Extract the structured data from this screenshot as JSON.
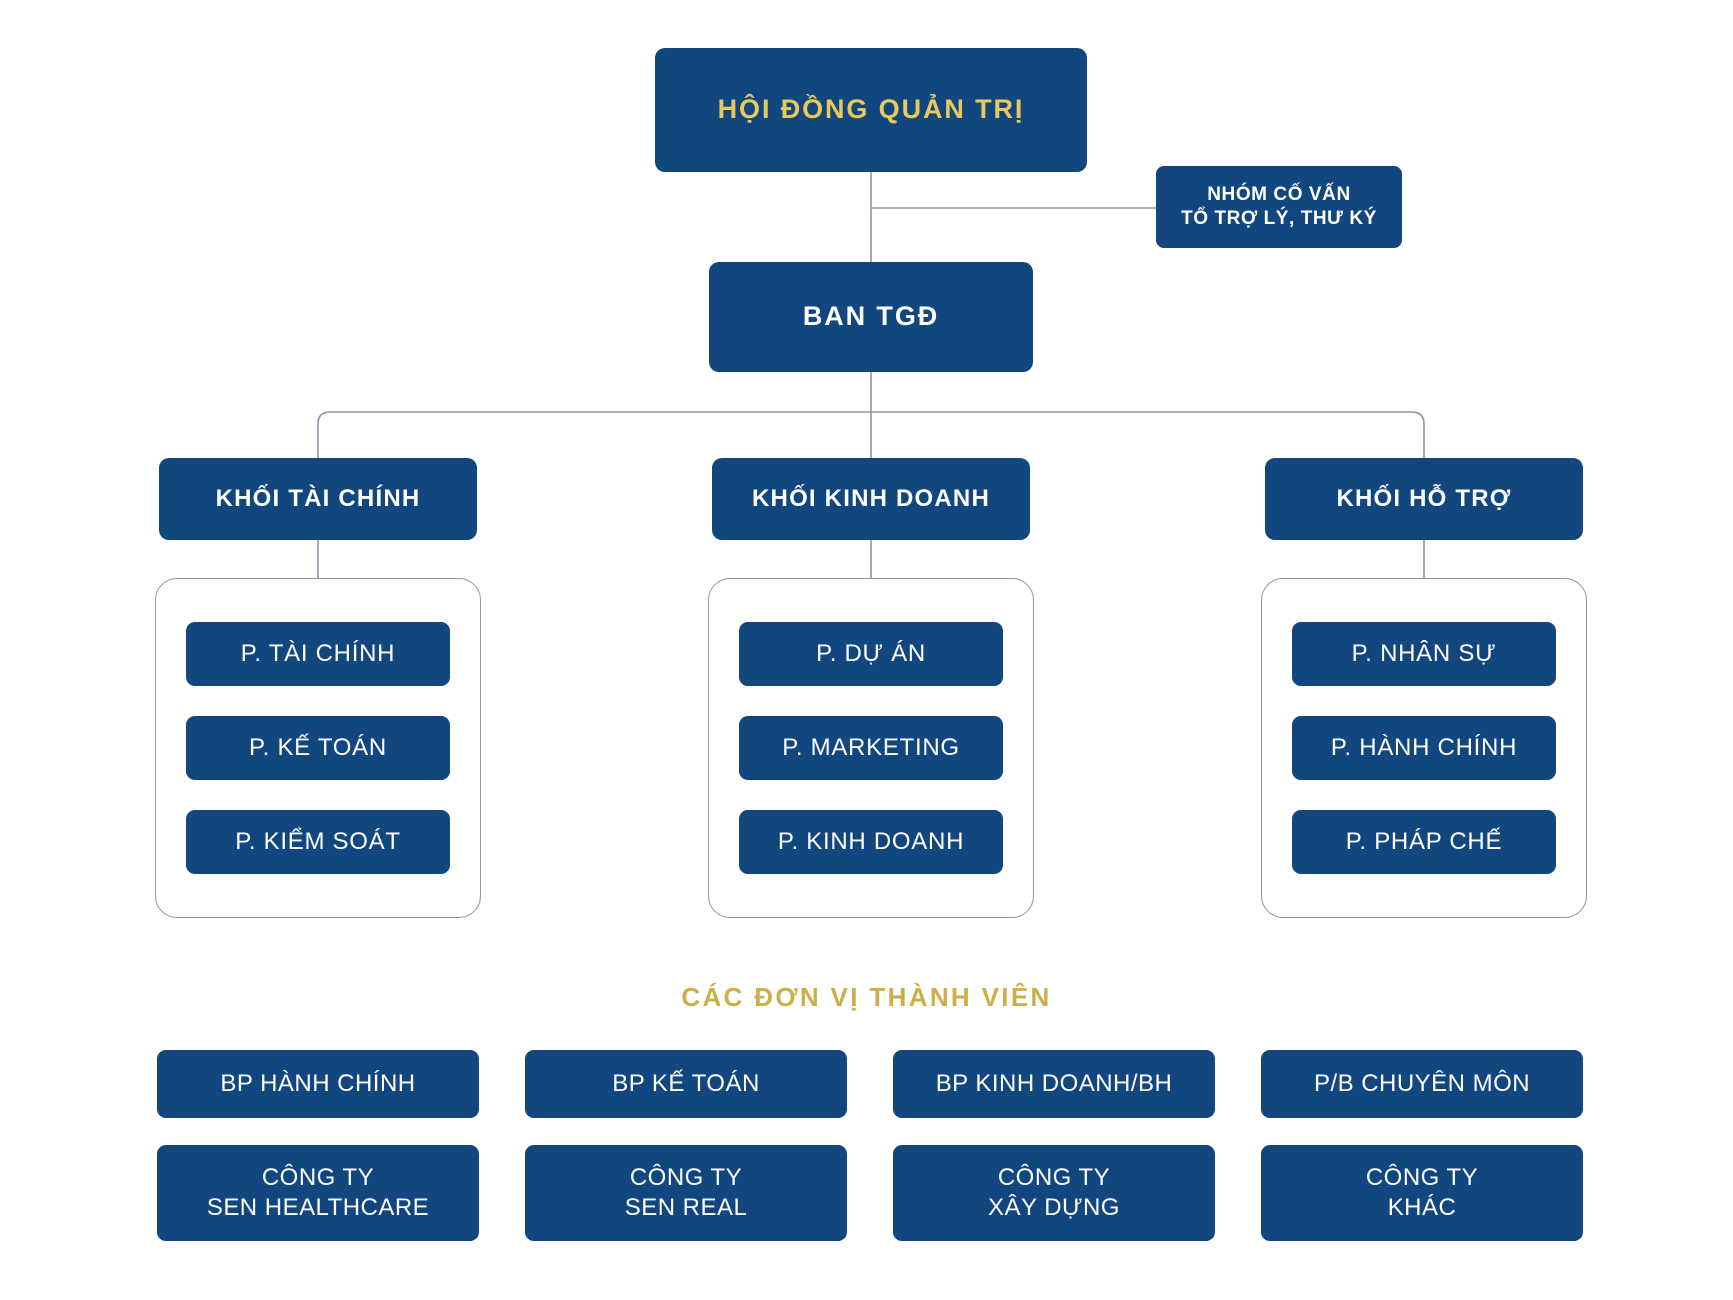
{
  "diagram": {
    "title_color": "#E8C95C",
    "box_color": "#12467F",
    "line_color": "#8b95a3",
    "text_color": "#ffffff",
    "gold_color": "#CDAF4A"
  },
  "top": {
    "board_label": "HỘI ĐỒNG QUẢN TRỊ",
    "advisor_line1": "NHÓM CỐ VẤN",
    "advisor_line2": "TỔ TRỢ LÝ, THƯ KÝ",
    "management_label": "BAN TGĐ"
  },
  "divisions": [
    {
      "header": "KHỐI TÀI CHÍNH",
      "departments": [
        "P. TÀI CHÍNH",
        "P. KẾ TOÁN",
        "P. KIỂM SOÁT"
      ]
    },
    {
      "header": "KHỐI KINH DOANH",
      "departments": [
        "P. DỰ ÁN",
        "P. MARKETING",
        "P. KINH DOANH"
      ]
    },
    {
      "header": "KHỐI HỖ TRỢ",
      "departments": [
        "P. NHÂN SỰ",
        "P. HÀNH CHÍNH",
        "P. PHÁP CHẾ"
      ]
    }
  ],
  "members": {
    "section_title": "CÁC ĐƠN VỊ THÀNH VIÊN",
    "row1": [
      "BP HÀNH CHÍNH",
      "BP KẾ TOÁN",
      "BP KINH DOANH/BH",
      "P/B CHUYÊN MÔN"
    ],
    "row2": [
      "CÔNG TY\nSEN HEALTHCARE",
      "CÔNG TY\nSEN REAL",
      "CÔNG TY\nXÂY DỰNG",
      "CÔNG TY\nKHÁC"
    ]
  }
}
